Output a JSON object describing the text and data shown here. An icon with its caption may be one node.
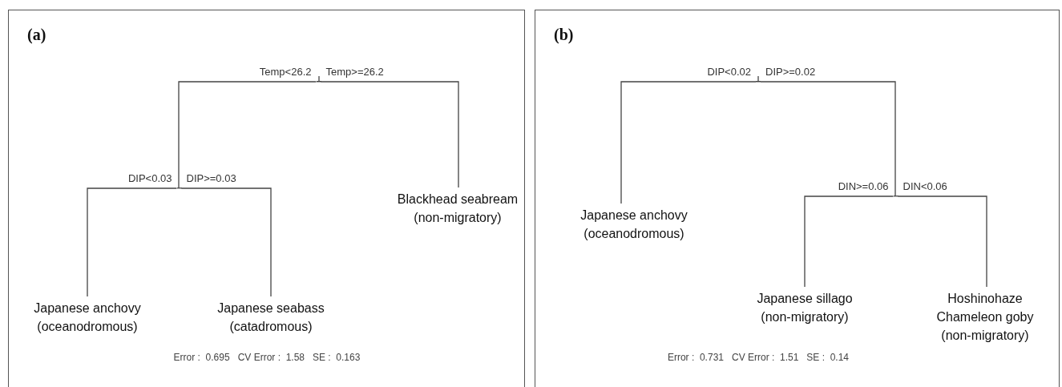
{
  "diagram": {
    "nodes": [
      {
        "text": [
          "(a)",
          "Error :  0.695   CV Error :  1.58   SE :  0.163"
        ]
      },
      {
        "text": [],
        "shape": "bar",
        "in": 0
      },
      {
        "text": [],
        "shape": "bar",
        "in": 0
      },
      {
        "text": [
          "Japanese anchovy (oceanodromous)"
        ],
        "in": 0
      },
      {
        "text": [
          "Japanese seabass (catadromous)"
        ],
        "in": 0
      },
      {
        "text": [
          "Blackhead seabream (non-migratory)"
        ],
        "in": 0
      },
      {
        "text": [
          "(b)",
          "Error :  0.731   CV Error :  1.51   SE :  0.14"
        ]
      },
      {
        "text": [],
        "shape": "bar",
        "in": 6
      },
      {
        "text": [
          "Japanese anchovy (oceanodromous)"
        ],
        "in": 6
      },
      {
        "text": [],
        "shape": "bar",
        "in": 6
      },
      {
        "text": [
          "Japanese sillago (non-migratory)"
        ],
        "in": 6
      },
      {
        "text": [
          "Hoshinohaze Chameleon goby (non-migratory)"
        ],
        "in": 6
      }
    ],
    "edges": [
      {
        "from": 1,
        "to": 2,
        "arrow": "none",
        "label": "Temp<26.2"
      },
      {
        "from": 1,
        "to": 5,
        "arrow": "none",
        "label": "Temp>=26.2"
      },
      {
        "from": 2,
        "to": 3,
        "arrow": "none",
        "label": "DIP<0.03"
      },
      {
        "from": 2,
        "to": 4,
        "arrow": "none",
        "label": "DIP>=0.03"
      },
      {
        "from": 7,
        "to": 8,
        "arrow": "none",
        "label": "DIP<0.02"
      },
      {
        "from": 7,
        "to": 9,
        "arrow": "none",
        "label": "DIP>=0.02"
      },
      {
        "from": 9,
        "to": 10,
        "arrow": "none",
        "label": "DIN>=0.06"
      },
      {
        "from": 9,
        "to": 11,
        "arrow": "none",
        "label": "DIN<0.06"
      }
    ]
  }
}
